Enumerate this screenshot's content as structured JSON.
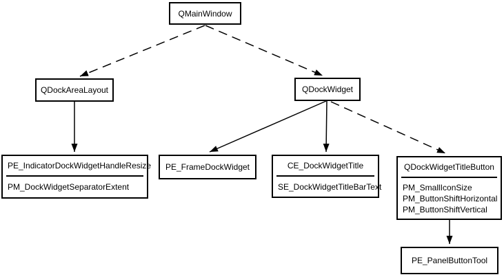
{
  "diagram": {
    "colors": {
      "background": "#ffffff",
      "line": "#000000",
      "text": "#000000",
      "box_border": "#000000"
    },
    "nodes": {
      "qmainwindow": {
        "title": "QMainWindow"
      },
      "qdockarealayout": {
        "title": "QDockAreaLayout"
      },
      "qdockwidget": {
        "title": "QDockWidget"
      },
      "dock_handle": {
        "title": "PE_IndicatorDockWidgetHandleResize",
        "items": [
          "PM_DockWidgetSeparatorExtent"
        ]
      },
      "frame_dock": {
        "title": "PE_FrameDockWidget"
      },
      "dock_title": {
        "title": "CE_DockWidgetTitle",
        "items": [
          "SE_DockWidgetTitleBarText"
        ]
      },
      "title_button": {
        "title": "QDockWidgetTitleButton",
        "items": [
          "PM_SmallIconSize",
          "PM_ButtonShiftHorizontal",
          "PM_ButtonShiftVertical"
        ]
      },
      "panel_button": {
        "title": "PE_PanelButtonTool"
      }
    },
    "edges": [
      {
        "from": "QMainWindow",
        "to": "QDockAreaLayout",
        "style": "dashed"
      },
      {
        "from": "QMainWindow",
        "to": "QDockWidget",
        "style": "dashed"
      },
      {
        "from": "QDockAreaLayout",
        "to": "PE_IndicatorDockWidgetHandleResize",
        "style": "solid"
      },
      {
        "from": "QDockWidget",
        "to": "PE_FrameDockWidget",
        "style": "solid"
      },
      {
        "from": "QDockWidget",
        "to": "CE_DockWidgetTitle",
        "style": "solid"
      },
      {
        "from": "QDockWidget",
        "to": "QDockWidgetTitleButton",
        "style": "dashed"
      },
      {
        "from": "QDockWidgetTitleButton",
        "to": "PE_PanelButtonTool",
        "style": "solid"
      }
    ]
  }
}
